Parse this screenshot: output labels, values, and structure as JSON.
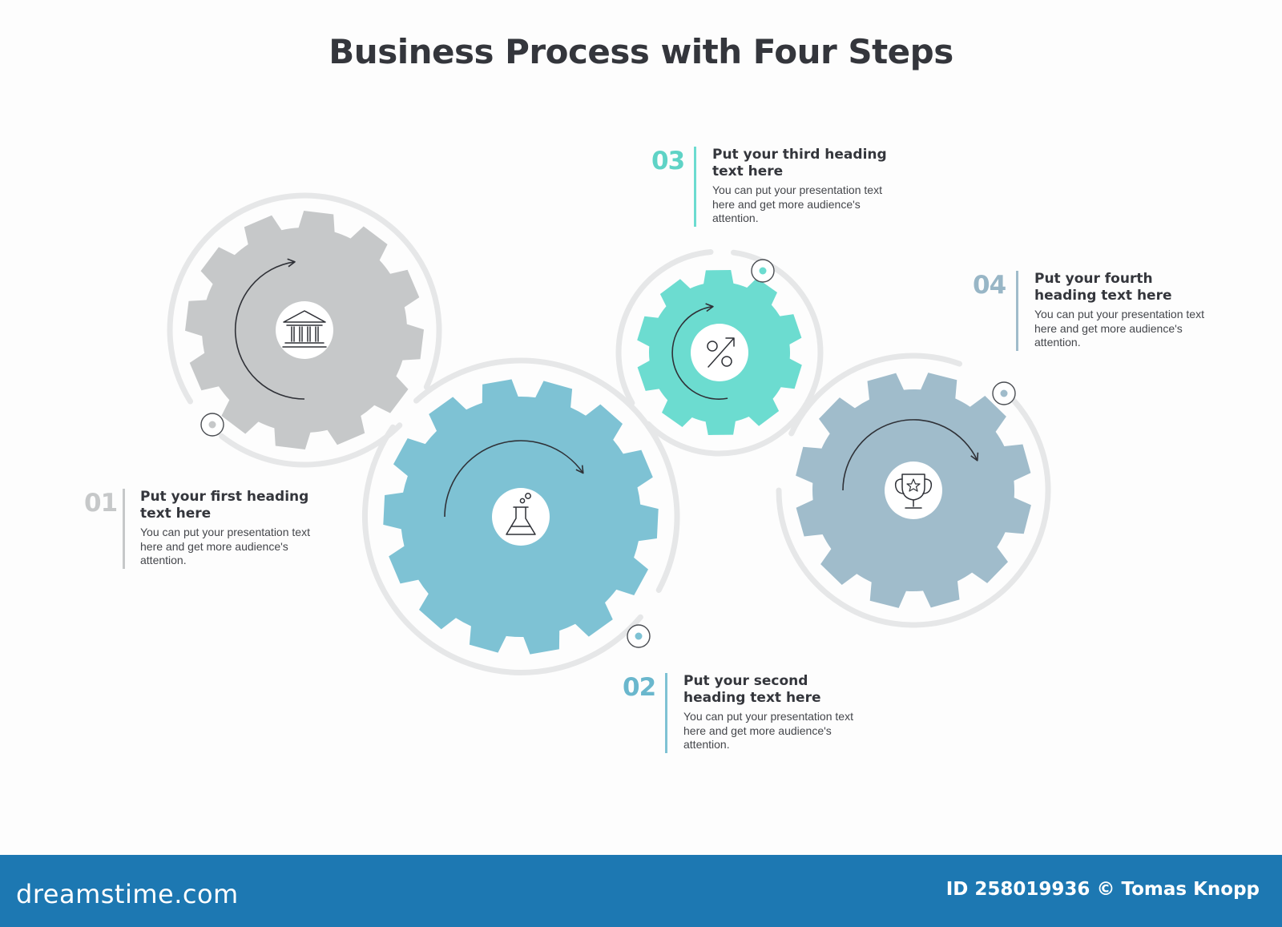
{
  "title": "Business Process with Four Steps",
  "colors": {
    "gray": "#c6c8c9",
    "blue": "#7ec2d4",
    "teal": "#6cdcd0",
    "slate": "#a0bccb",
    "ring": "#e6e7e8",
    "text": "#34363c",
    "footer": "#1d78b2"
  },
  "steps": [
    {
      "number": "01",
      "heading": "Put your first heading text here",
      "text": "You can put your presentation text here and get more audience's attention.",
      "color": "#c6c8c9",
      "number_color": "#c6c8c9",
      "icon": "bank-icon"
    },
    {
      "number": "02",
      "heading": "Put your second heading text here",
      "text": "You can put your presentation text here and get more audience's attention.",
      "color": "#7ec2d4",
      "number_color": "#6ab7cd",
      "icon": "flask-icon"
    },
    {
      "number": "03",
      "heading": "Put your third heading text here",
      "text": "You can put your presentation text here and get more audience's attention.",
      "color": "#6cdcd0",
      "number_color": "#5fd3c6",
      "icon": "percent-icon"
    },
    {
      "number": "04",
      "heading": "Put your fourth heading text here",
      "text": "You can put your presentation text here and get more audience's attention.",
      "color": "#a0bccb",
      "number_color": "#98b6c6",
      "icon": "trophy-icon"
    }
  ],
  "footer": {
    "brand": "dreamstime.com",
    "credit": "ID 258019936 © Tomas Knopp"
  }
}
